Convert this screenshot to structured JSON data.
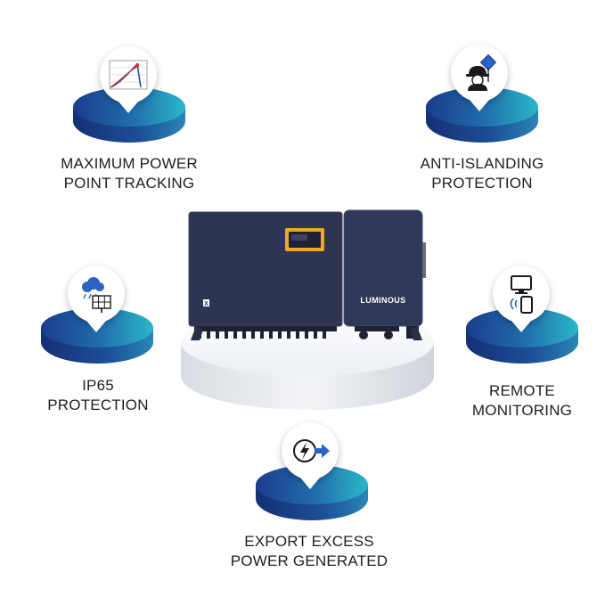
{
  "features": [
    {
      "id": "mppt",
      "icon": "mppt-curve-icon",
      "lines": [
        "MAXIMUM POWER",
        "POINT TRACKING"
      ]
    },
    {
      "id": "anti-islanding",
      "icon": "safety-worker-icon",
      "lines": [
        "ANTI-ISLANDING",
        "PROTECTION"
      ]
    },
    {
      "id": "ip65",
      "icon": "weather-solar-panel-icon",
      "lines": [
        "IP65",
        "PROTECTION"
      ]
    },
    {
      "id": "remote",
      "icon": "monitor-phone-icon",
      "lines": [
        "REMOTE",
        "MONITORING"
      ]
    },
    {
      "id": "export",
      "icon": "power-export-icon",
      "lines": [
        "EXPORT EXCESS",
        "POWER GENERATED"
      ]
    }
  ],
  "product": {
    "brand": "LUMINOUS",
    "badge": "X",
    "color": "#2e3550"
  },
  "colors": {
    "disc_dark": "#1e3f8f",
    "disc_light": "#2bb3c4"
  }
}
